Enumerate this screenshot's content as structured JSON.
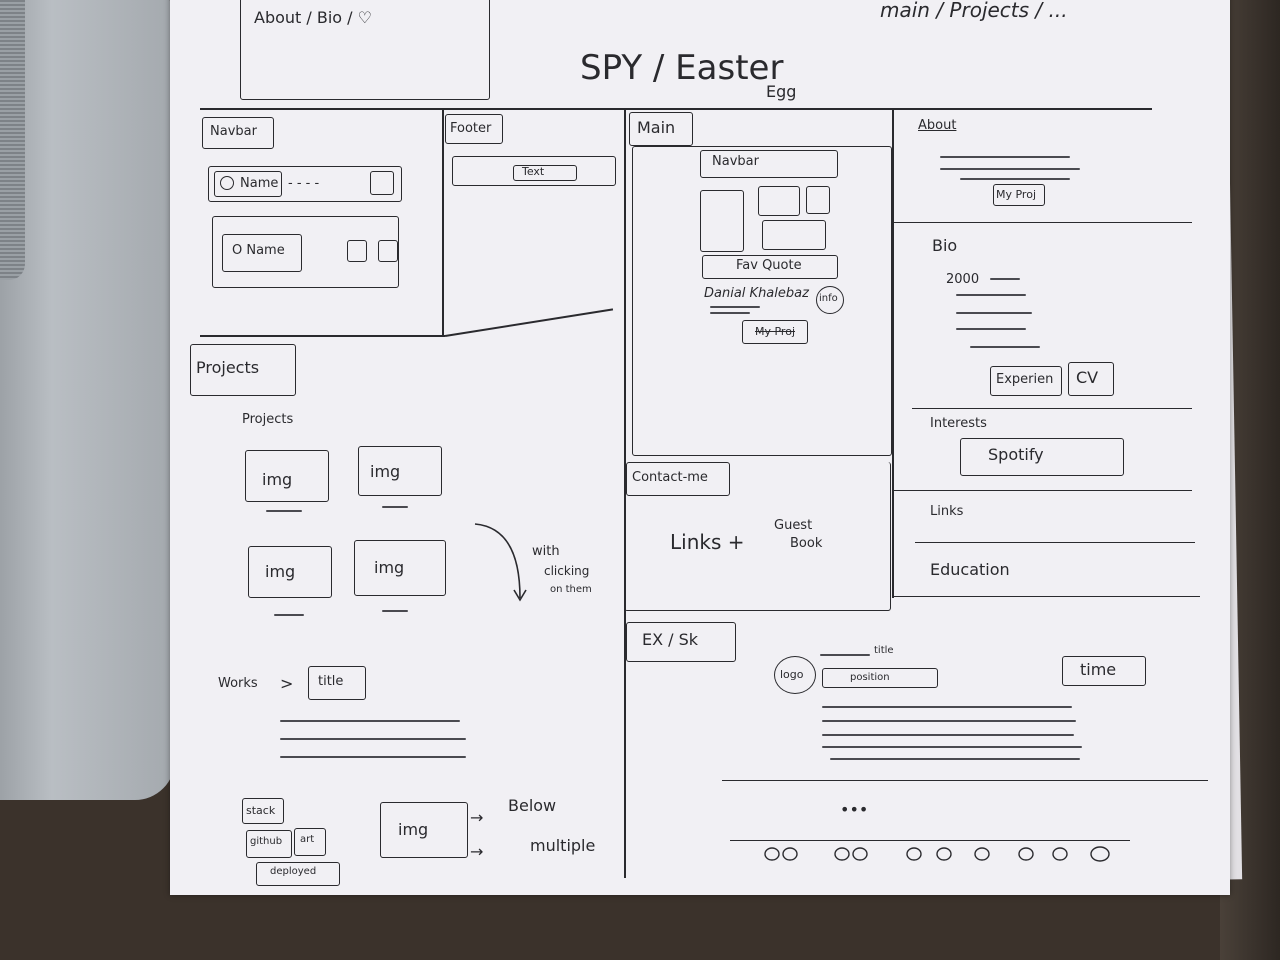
{
  "header": {
    "title": "SPY / Easter",
    "title_sub": "Egg",
    "top_box_label": "About / Bio / ♡",
    "top_right_text": "main / Projects / ..."
  },
  "navbar_section": {
    "label": "Navbar",
    "bar1_name": "Name",
    "bar2_name": "O Name"
  },
  "footer_section": {
    "label": "Footer",
    "text_box": "Text"
  },
  "main_section": {
    "label": "Main",
    "navbar": "Navbar",
    "fav_quote": "Fav Quote",
    "person_name": "Danial Khalebaz",
    "info_badge": "info",
    "my_proj_button": "My Proj"
  },
  "right_column": {
    "about": "About",
    "my_proj": "My Proj",
    "bio": "Bio",
    "bio_year": "2000",
    "experience_button": "Experien",
    "cv_button": "CV",
    "interests": "Interests",
    "spotify": "Spotify",
    "links": "Links",
    "education": "Education"
  },
  "projects_section": {
    "label": "Projects",
    "heading": "Projects",
    "tiles": [
      "img",
      "img",
      "img",
      "img"
    ],
    "note": [
      "with",
      "clicking",
      "on them"
    ]
  },
  "works_section": {
    "label": "Works",
    "title_box": "title",
    "stack": "stack",
    "github": "github",
    "art": "art",
    "deployed": "deployed",
    "img": "img",
    "below": "Below",
    "multiple": "multiple"
  },
  "contact_section": {
    "label": "Contact-me",
    "links": "Links +",
    "guest_book_1": "Guest",
    "guest_book_2": "Book"
  },
  "exsk_section": {
    "label": "EX / Sk",
    "logo": "logo",
    "title": "title",
    "position": "position",
    "time": "time",
    "dots": "•••"
  }
}
